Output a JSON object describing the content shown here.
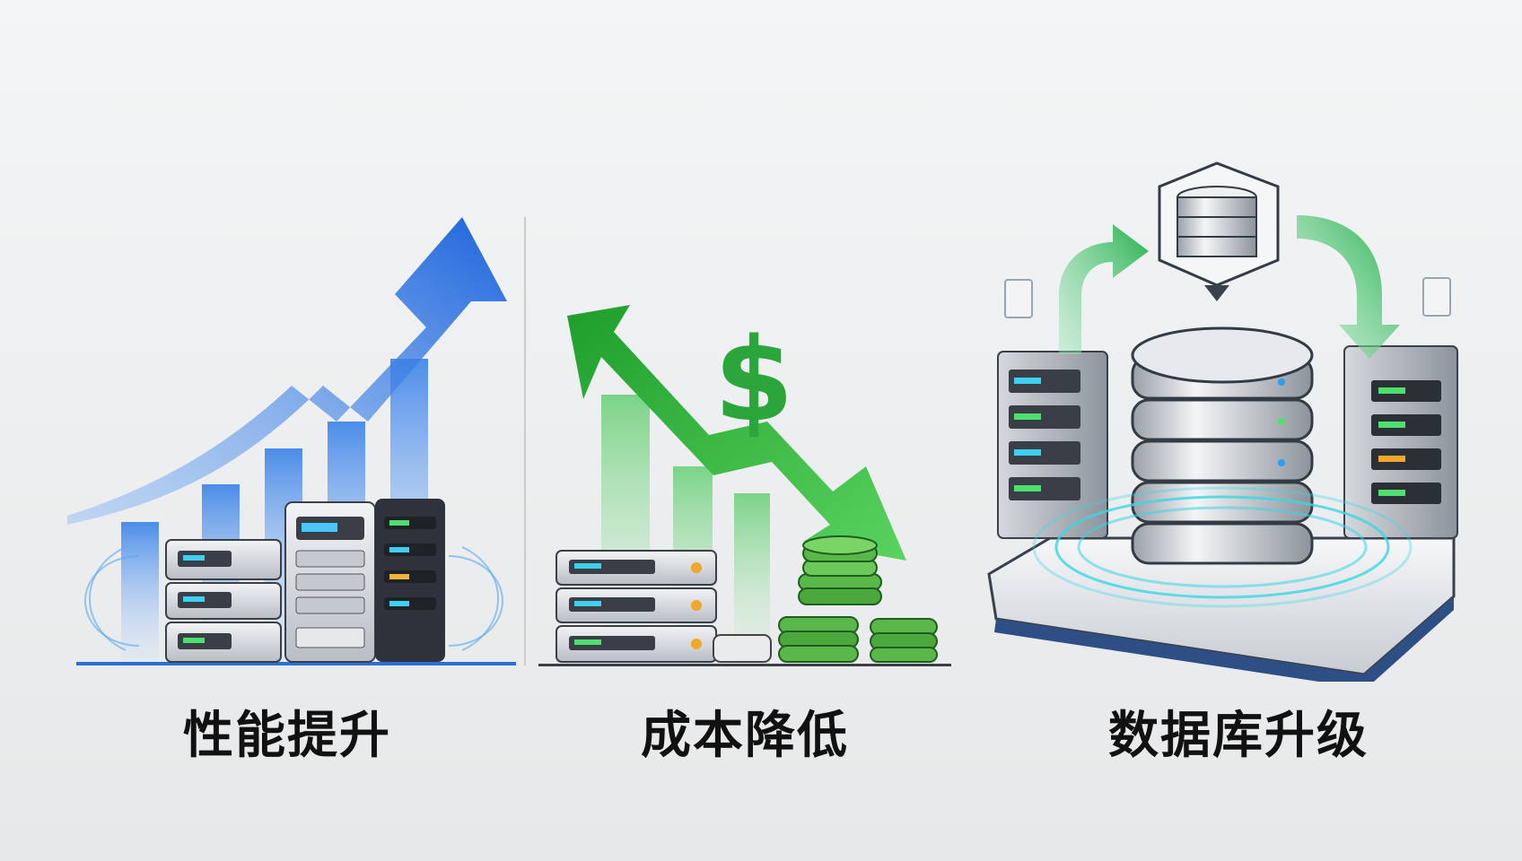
{
  "panels": [
    {
      "id": "performance",
      "caption": "性能提升",
      "accent": "#1e6fe0"
    },
    {
      "id": "cost",
      "caption": "成本降低",
      "accent": "#2fae3c",
      "symbol": "$"
    },
    {
      "id": "database",
      "caption": "数据库升级",
      "accent": "#34c26a",
      "glow": "#3ad6e6"
    }
  ]
}
